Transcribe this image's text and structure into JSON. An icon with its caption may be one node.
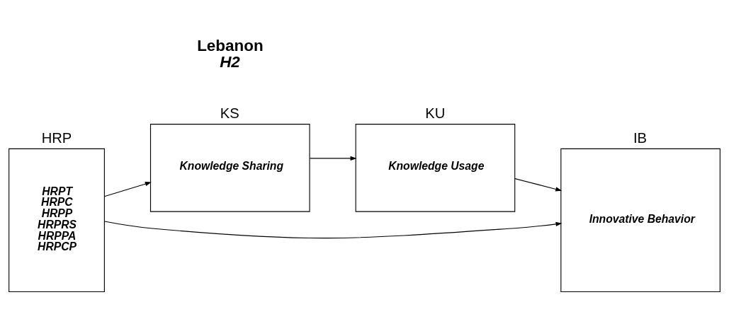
{
  "diagram": {
    "nodes": [
      {
        "text": [
          "HRP",
          "HRPT",
          "HRPC",
          "HRPP",
          "HRPRS",
          "HRPPA",
          "HRPCP"
        ]
      },
      {
        "text": [
          "KS",
          "Knowledge Sharing"
        ]
      },
      {
        "text": [
          "KU",
          "Knowledge Usage"
        ]
      },
      {
        "text": [
          "IB",
          "Innovative Behavior"
        ]
      }
    ],
    "edges": [
      {
        "from": 0,
        "to": 1,
        "arrow": "to"
      },
      {
        "from": 1,
        "to": 2,
        "arrow": "to"
      },
      {
        "from": 2,
        "to": 3,
        "arrow": "to"
      },
      {
        "from": 0,
        "to": 3,
        "arrow": "to"
      }
    ],
    "labels": [
      "Lebanon",
      "H2"
    ]
  }
}
